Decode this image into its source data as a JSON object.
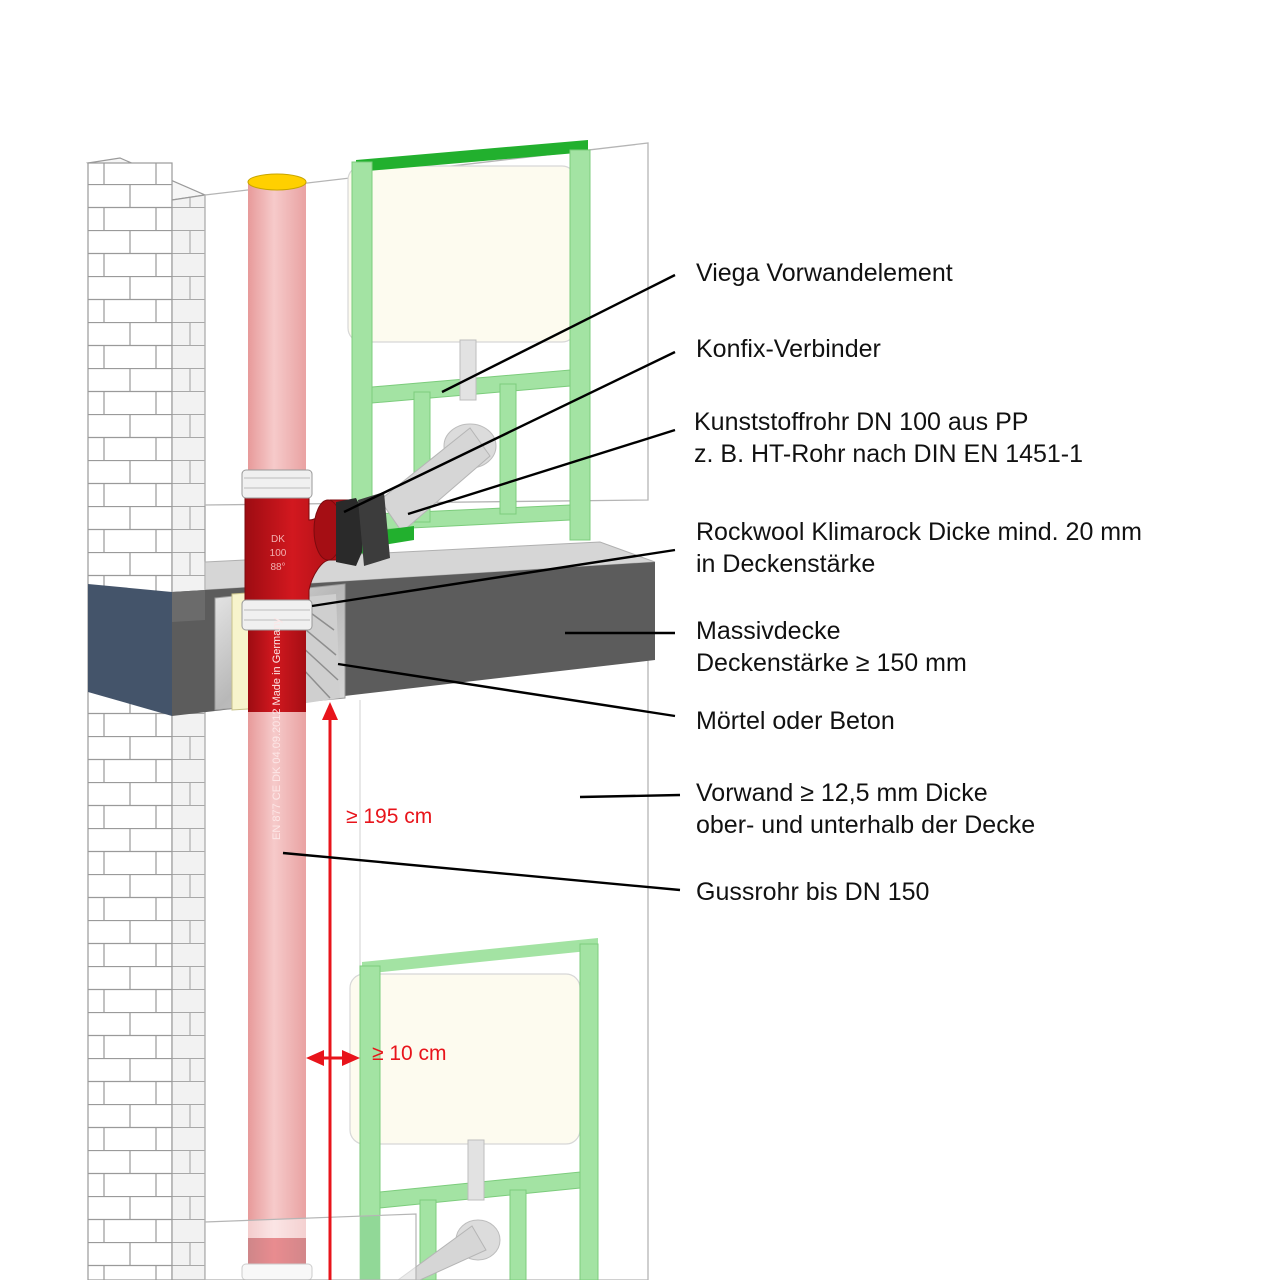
{
  "labels": {
    "viega": "Viega Vorwandelement",
    "konfix": "Konfix-Verbinder",
    "kunststoff_1": "Kunststoffrohr DN 100 aus PP",
    "kunststoff_2": "z. B. HT-Rohr nach DIN EN 1451-1",
    "rockwool_1": "Rockwool Klimarock Dicke mind. 20 mm",
    "rockwool_2": "in Deckenstärke",
    "massiv_1": "Massivdecke",
    "massiv_2": "Deckenstärke ≥ 150 mm",
    "moertel": "Mörtel oder Beton",
    "vorwand_1": "Vorwand ≥ 12,5 mm Dicke",
    "vorwand_2": "ober- und unterhalb der Decke",
    "guss": "Gussrohr bis DN 150"
  },
  "dimensions": {
    "height": "≥ 195 cm",
    "distance": "≥ 10 cm"
  },
  "pipe_marking": {
    "fitting": [
      "DK",
      "100",
      "88°"
    ],
    "vertical": "EN 877  CE  DK 04.09.2012 Made in Germany"
  },
  "colors": {
    "pipe_red": "#c8141b",
    "pipe_pale": "#efb3b3",
    "frame_green": "#22b02e",
    "frame_pale": "#a3e3a3",
    "slab": "#5c5c5c",
    "slab_front": "#44546a",
    "dimension_red": "#e8141b"
  }
}
